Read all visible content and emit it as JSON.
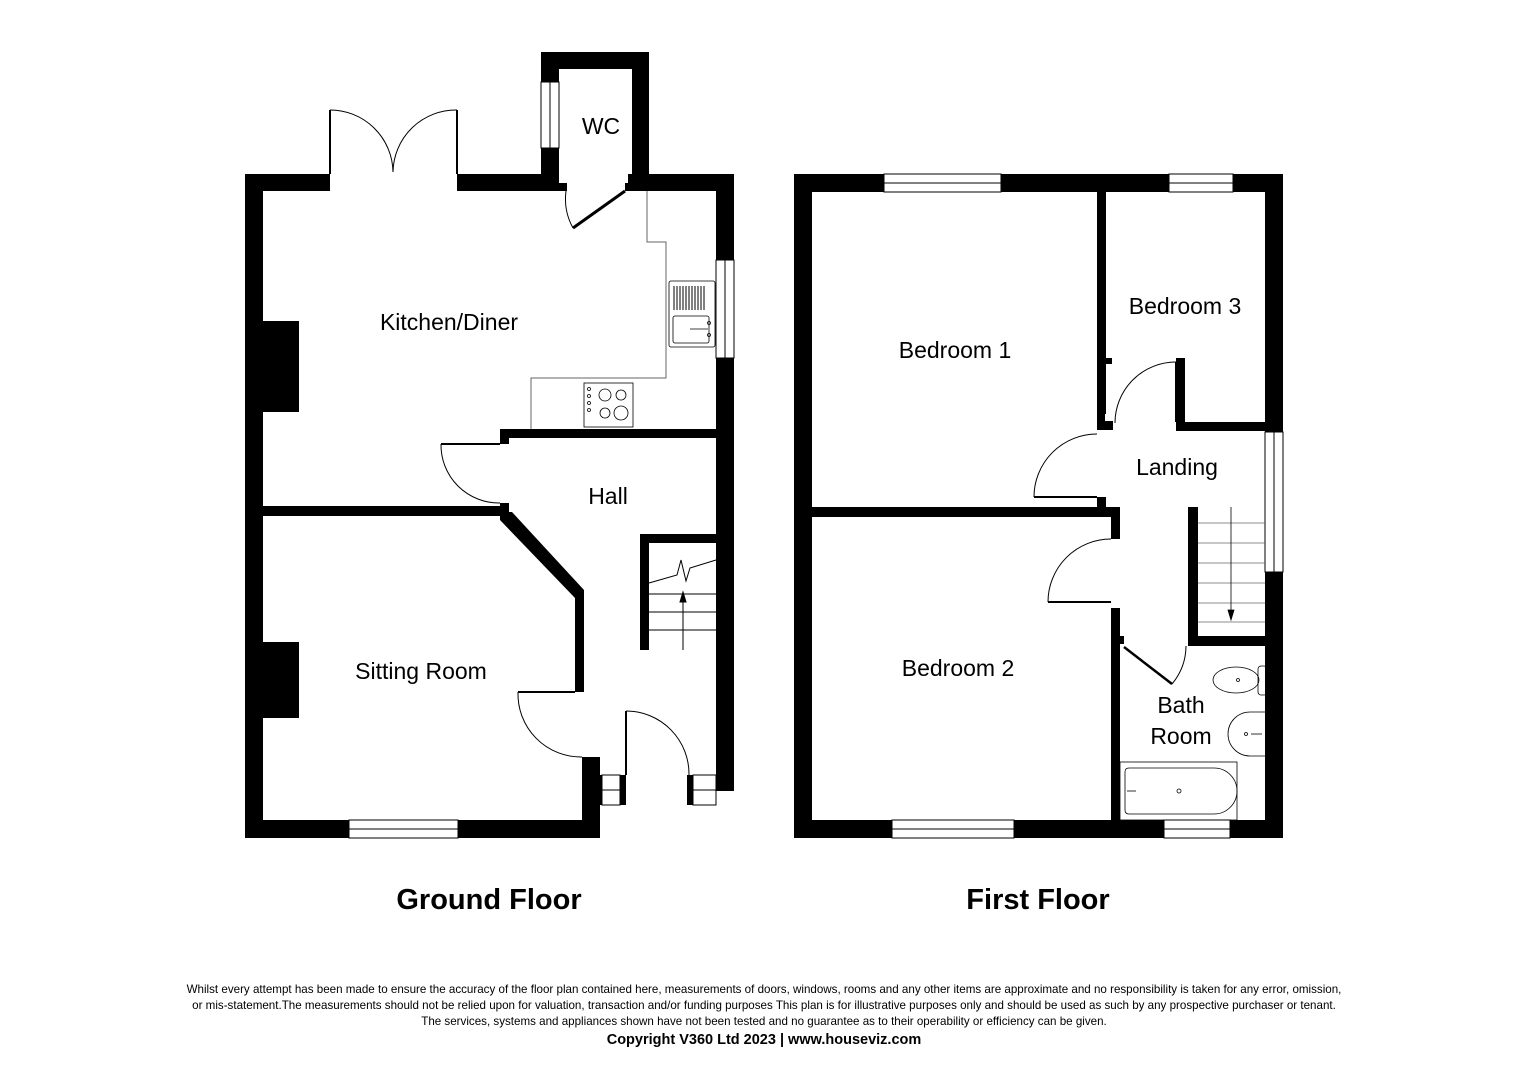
{
  "ground_floor": {
    "title": "Ground Floor",
    "rooms": {
      "wc": "WC",
      "kitchen_diner": "Kitchen/Diner",
      "hall": "Hall",
      "sitting_room": "Sitting Room"
    }
  },
  "first_floor": {
    "title": "First Floor",
    "rooms": {
      "bedroom1": "Bedroom 1",
      "bedroom2": "Bedroom 2",
      "bedroom3": "Bedroom 3",
      "landing": "Landing",
      "bath_room_line1": "Bath",
      "bath_room_line2": "Room"
    }
  },
  "footer": {
    "disclaimer_line1": "Whilst every attempt has been made to ensure the accuracy of the floor plan contained here, measurements of doors, windows, rooms and any other items are approximate and no responsibility is taken for any error, omission,",
    "disclaimer_line2": "or mis-statement.The measurements should not be relied upon for valuation, transaction and/or funding purposes This plan is for illustrative purposes only and should be used as such by any prospective purchaser or tenant.",
    "disclaimer_line3": "The services, systems and appliances shown have not been tested and no guarantee as to their operability or efficiency can be given.",
    "copyright": "Copyright V360 Ltd 2023 | www.houseviz.com"
  },
  "colors": {
    "wall": "#000000",
    "background": "#ffffff",
    "fixture_line": "#555555"
  }
}
